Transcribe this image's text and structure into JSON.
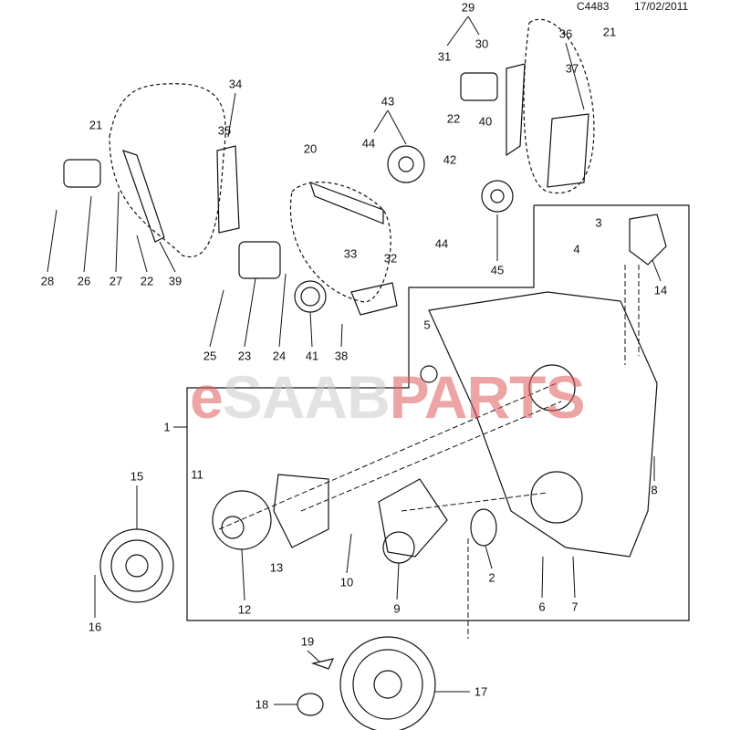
{
  "header": {
    "code": "C4483",
    "date": "17/02/2011"
  },
  "watermark": {
    "prefix": "e",
    "middle": "SAAB",
    "suffix": "PARTS"
  },
  "callouts": [
    "29",
    "30",
    "31",
    "36",
    "37",
    "21",
    "34",
    "35",
    "21",
    "43",
    "44",
    "20",
    "22",
    "40",
    "42",
    "3",
    "4",
    "14",
    "44",
    "45",
    "33",
    "32",
    "28",
    "26",
    "27",
    "22",
    "39",
    "25",
    "23",
    "24",
    "41",
    "38",
    "5",
    "1",
    "11",
    "8",
    "15",
    "10",
    "13",
    "12",
    "9",
    "2",
    "6",
    "7",
    "16",
    "19",
    "17",
    "18"
  ],
  "colors": {
    "line": "#111111",
    "watermark_red": "#e05a5a",
    "watermark_gray": "#cccccc"
  }
}
